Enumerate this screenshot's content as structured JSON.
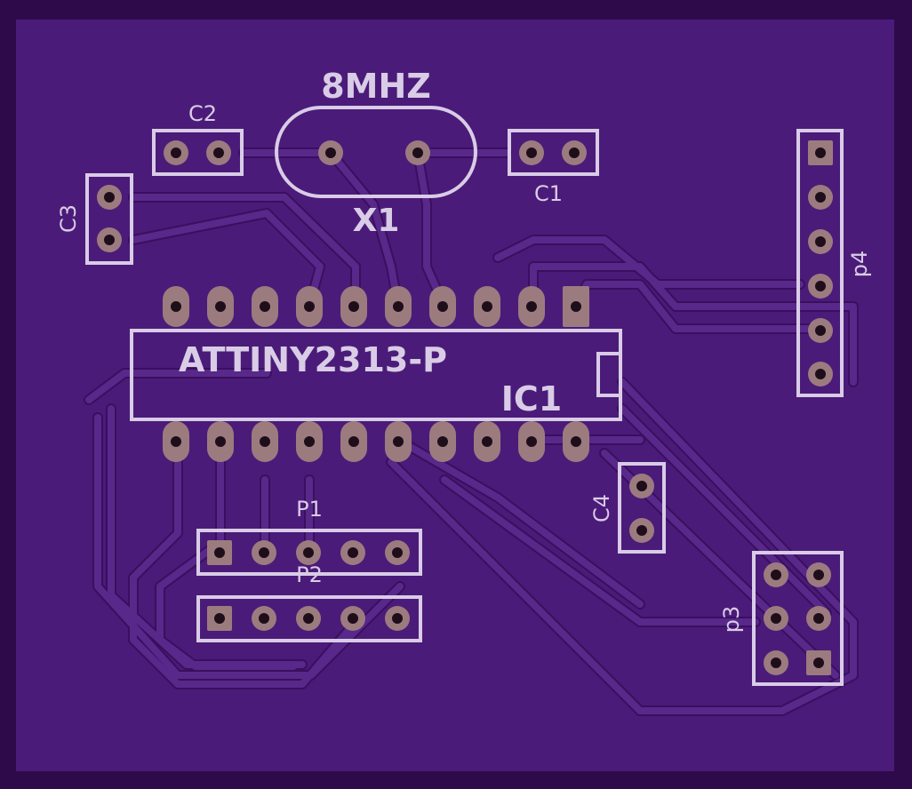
{
  "colors": {
    "board_edge": "#2E0A4A",
    "board_fill": "#4B1B79",
    "trace": "#58288A",
    "trace_edge": "#3A0F5E",
    "silk": "#D9CCE6",
    "pad": "#9C7B7F",
    "drill": "#1E0E1A"
  },
  "labels": {
    "crystal_freq": "8MHZ",
    "crystal_ref": "X1",
    "c1": "C1",
    "c2": "C2",
    "c3": "C3",
    "c4": "C4",
    "ic_value": "ATTINY2313-P",
    "ic_ref": "IC1",
    "p1": "P1",
    "p2": "P2",
    "p3": "p3",
    "p4": "p4"
  },
  "components": [
    {
      "ref": "X1",
      "kind": "crystal",
      "pins": 2
    },
    {
      "ref": "C1",
      "kind": "capacitor",
      "pins": 2
    },
    {
      "ref": "C2",
      "kind": "capacitor",
      "pins": 2
    },
    {
      "ref": "C3",
      "kind": "capacitor",
      "pins": 2
    },
    {
      "ref": "C4",
      "kind": "capacitor",
      "pins": 2
    },
    {
      "ref": "IC1",
      "kind": "DIP-20",
      "pins": 20
    },
    {
      "ref": "P1",
      "kind": "header-1x5",
      "pins": 5
    },
    {
      "ref": "P2",
      "kind": "header-1x5",
      "pins": 5
    },
    {
      "ref": "p3",
      "kind": "header-2x3",
      "pins": 6
    },
    {
      "ref": "p4",
      "kind": "header-1x6",
      "pins": 6
    }
  ]
}
